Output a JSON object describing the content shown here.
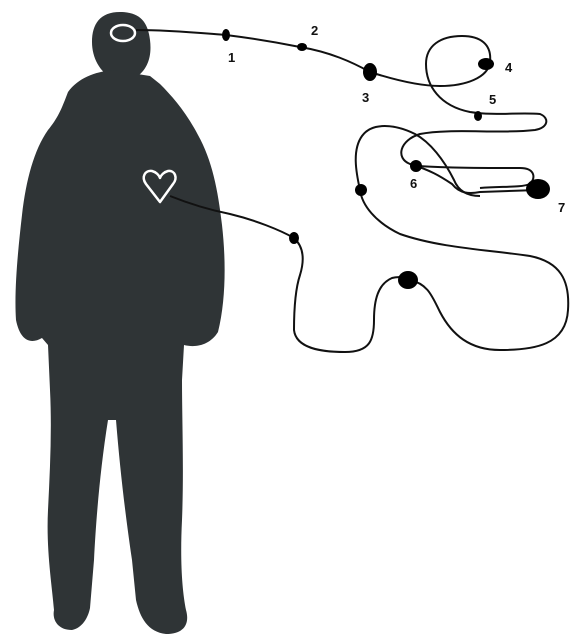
{
  "colors": {
    "background": "#ffffff",
    "silhouette": "#2f3436",
    "path_line": "#111111",
    "node_fill": "#000000",
    "outline_marks": "#ffffff"
  },
  "icons": {
    "figure": "person-silhouette-icon",
    "head_mark": "halo-ring-icon",
    "chest_mark": "heart-outline-icon"
  },
  "labels": {
    "n1": "1",
    "n2": "2",
    "n3": "3",
    "n4": "4",
    "n5": "5",
    "n6": "6",
    "n7": "7"
  }
}
